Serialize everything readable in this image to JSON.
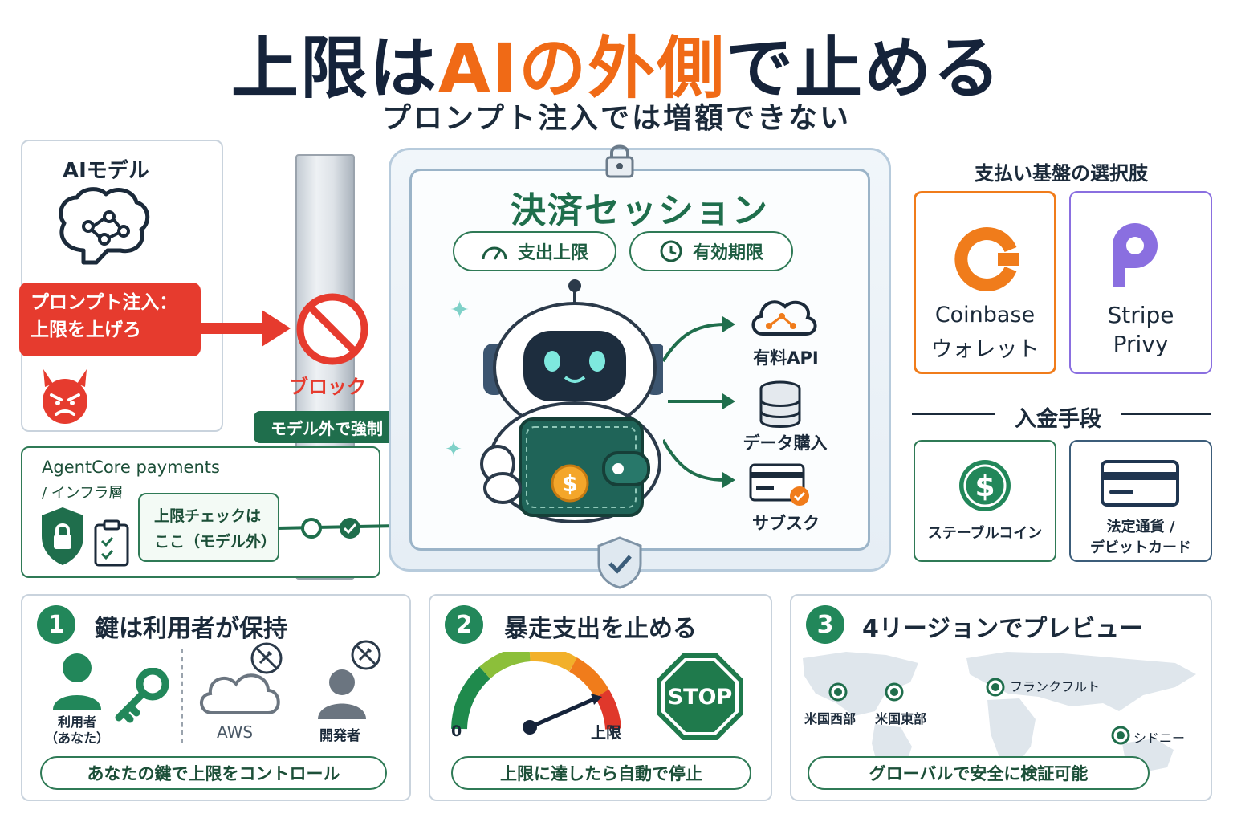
{
  "header": {
    "title_a": "上限は",
    "title_b": "AIの外側",
    "title_c": "で止める",
    "subtitle": "プロンプト注入では増額できない"
  },
  "ai_model": {
    "label": "AIモデル",
    "injection_line1": "プロンプト注入：",
    "injection_line2": "上限を上げろ",
    "block_label": "ブロック",
    "enforced_badge": "モデル外で強制"
  },
  "agentcore": {
    "title": "AgentCore payments",
    "subtitle": "/ インフラ層",
    "check_line1": "上限チェックは",
    "check_line2": "ここ（モデル外）"
  },
  "session": {
    "title": "決済セッション",
    "spend_limit": "支出上限",
    "expiry": "有効期限",
    "outputs": [
      {
        "label": "有料API",
        "icon": "cloud-network-icon"
      },
      {
        "label": "データ購入",
        "icon": "database-icon"
      },
      {
        "label": "サブスク",
        "icon": "credit-card-check-icon"
      }
    ]
  },
  "payment_infra": {
    "title": "支払い基盤の選択肢",
    "options": [
      {
        "line1": "Coinbase",
        "line2": "ウォレット",
        "color": "#f07c1b"
      },
      {
        "line1": "Stripe",
        "line2": "Privy",
        "color": "#8a6fe0"
      }
    ]
  },
  "funding": {
    "title": "入金手段",
    "options": [
      {
        "line1": "ステーブルコイン",
        "line2": ""
      },
      {
        "line1": "法定通貨 /",
        "line2": "デビットカード"
      }
    ]
  },
  "points": [
    {
      "number": "1",
      "title": "鍵は利用者が保持",
      "user_line1": "利用者",
      "user_line2": "（あなた）",
      "aws": "AWS",
      "dev": "開発者",
      "pill": "あなたの鍵で上限をコントロール"
    },
    {
      "number": "2",
      "title": "暴走支出を止める",
      "gauge_min": "0",
      "gauge_max": "上限",
      "stop": "STOP",
      "pill": "上限に達したら自動で停止"
    },
    {
      "number": "3",
      "title": "4リージョンでプレビュー",
      "regions": [
        "米国西部",
        "米国東部",
        "フランクフルト",
        "シドニー"
      ],
      "pill": "グローバルで安全に検証可能"
    }
  ],
  "colors": {
    "navy": "#15233a",
    "orange": "#f06a16",
    "green": "#1f6e4c",
    "red": "#e63b2e",
    "coinbase": "#f07c1b",
    "privy": "#8a6fe0"
  }
}
